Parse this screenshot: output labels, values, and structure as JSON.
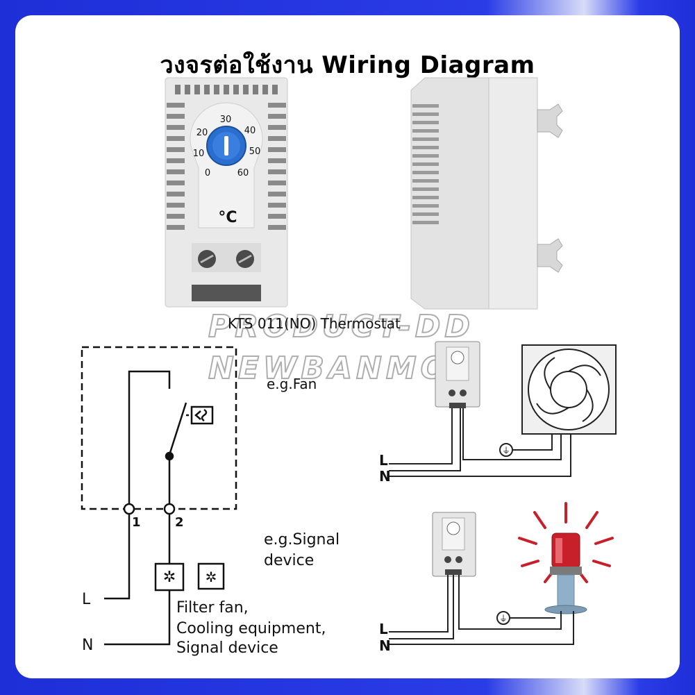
{
  "title": "วงจรต่อใช้งาน Wiring Diagram",
  "thermostat": {
    "dial_scale": [
      "0",
      "10",
      "20",
      "30",
      "40",
      "50",
      "60"
    ],
    "unit": "°C",
    "label": "KTS 011(NO) Thermostat"
  },
  "watermark": {
    "line1": "PRODUCT-DD",
    "line2": "NEWBANMOH"
  },
  "schematic": {
    "terminal_1": "1",
    "terminal_2": "2",
    "line_L": "L",
    "line_N": "N",
    "load_text_1": "Filter fan,",
    "load_text_2": "Cooling equipment,",
    "load_text_3": "Signal device"
  },
  "examples": {
    "fan_label": "e.g.Fan",
    "signal_label_1": "e.g.Signal",
    "signal_label_2": "device",
    "fan_L": "L",
    "fan_N": "N",
    "signal_L": "L",
    "signal_N": "N"
  },
  "colors": {
    "border_blue": "#1e2fd8",
    "device_grey": "#e6e6e6",
    "dial_blue": "#2a6fcf",
    "beacon_red": "#c8202a"
  }
}
